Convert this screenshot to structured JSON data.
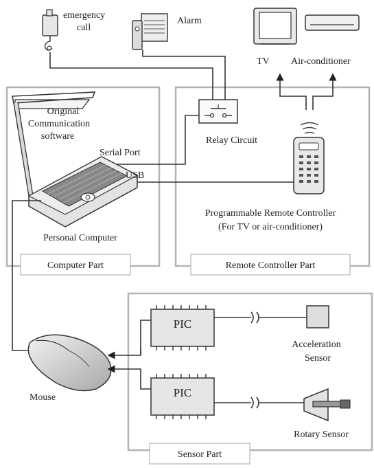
{
  "devices": {
    "emergency_call": [
      "emergency",
      "call"
    ],
    "alarm": "Alarm",
    "tv": "TV",
    "air_conditioner": "Air-conditioner",
    "relay": "Relay Circuit"
  },
  "computer": {
    "software": [
      "Original",
      "Communication",
      "software"
    ],
    "serial_port": "Serial Port",
    "usb": "USB",
    "name": "Personal Computer",
    "part_label": "Computer Part"
  },
  "remote": {
    "name": [
      "Programmable Remote Controller",
      "(For TV or air-conditioner)"
    ],
    "part_label": "Remote Controller Part"
  },
  "sensor": {
    "pic1": "PIC",
    "pic2": "PIC",
    "accel": [
      "Acceleration",
      "Sensor"
    ],
    "rotary": "Rotary Sensor",
    "part_label": "Sensor Part"
  },
  "mouse": "Mouse",
  "colors": {
    "panel_border": "#b3b3b3",
    "line": "#333333",
    "device_fill": "#e6e6e6"
  }
}
